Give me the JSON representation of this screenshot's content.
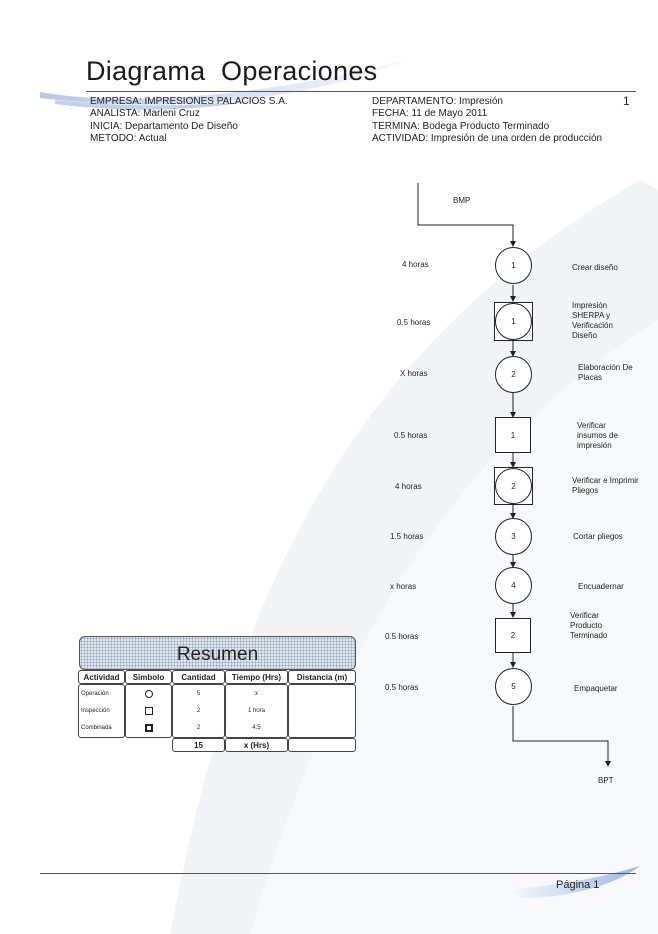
{
  "title": "Diagrama  Operaciones",
  "page_number": "1",
  "header": {
    "empresa": "EMPRESA: IMPRESIONES PALACIOS S.A.",
    "analista": "ANALISTA: Marleni Cruz",
    "inicia": "INICIA: Departamento De Diseño",
    "metodo": "METODO: Actual",
    "departamento": "DEPARTAMENTO: Impresión",
    "fecha": "FECHA: 11 de Mayo 2011",
    "termina": "TERMINA: Bodega Producto Terminado",
    "actividad": "ACTIVIDAD: Impresión de una orden de producción"
  },
  "start_label": "BMP",
  "end_label": "BPT",
  "steps": [
    {
      "type": "operacion",
      "num": "1",
      "time": "4 horas",
      "label": "Crear diseño"
    },
    {
      "type": "combinada",
      "num": "1",
      "time": "0.5  horas",
      "label": "Impresión SHERPA y Verificación Diseño"
    },
    {
      "type": "operacion",
      "num": "2",
      "time": "X horas",
      "label": "Elaboración De Placas"
    },
    {
      "type": "inspeccion",
      "num": "1",
      "time": "0.5   horas",
      "label": "Verificar insumos de impresión"
    },
    {
      "type": "combinada",
      "num": "2",
      "time": "4   horas",
      "label": "Verificar e Imprimir Pliegos"
    },
    {
      "type": "operacion",
      "num": "3",
      "time": "1.5 horas",
      "label": "Cortar pliegos"
    },
    {
      "type": "operacion",
      "num": "4",
      "time": "x horas",
      "label": "Encuadernar"
    },
    {
      "type": "inspeccion",
      "num": "2",
      "time": "0.5  horas",
      "label": "Verificar Producto Terminado"
    },
    {
      "type": "operacion",
      "num": "5",
      "time": "0.5  horas",
      "label": "Empaquetar"
    }
  ],
  "resumen": {
    "title": "Resumen",
    "headers": [
      "Actividad",
      "Simbolo",
      "Cantidad",
      "Tiempo (Hrs)",
      "Distancia (m)"
    ],
    "rows": [
      {
        "actividad": "Operación",
        "symbol": "circle-icon",
        "cantidad": "5",
        "tiempo": "x"
      },
      {
        "actividad": "Inspección",
        "symbol": "square-icon",
        "cantidad": "2",
        "tiempo": "1 hora"
      },
      {
        "actividad": "Combinada",
        "symbol": "combined-square-icon",
        "cantidad": "2",
        "tiempo": "4.5"
      }
    ],
    "total_cantidad": "15",
    "total_tiempo": "x (Hrs)"
  },
  "footer": "Página 1",
  "colors": {
    "swoosh": "#b9c9e6",
    "swoosh_light": "#eef1f6",
    "line": "#222222"
  }
}
